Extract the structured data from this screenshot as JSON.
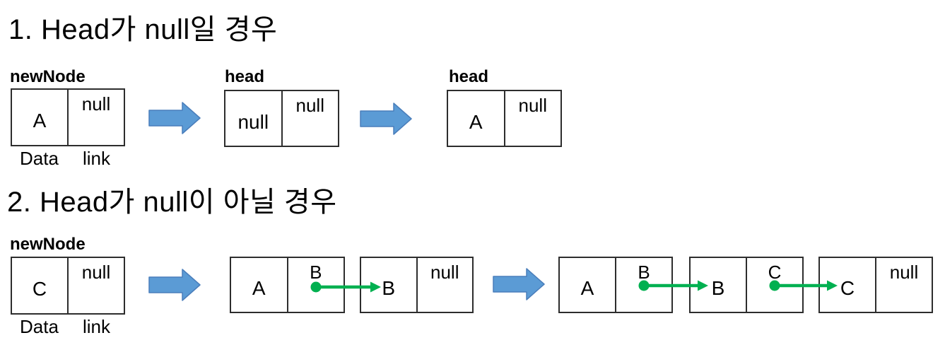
{
  "colors": {
    "arrow_blue": "#5b9bd5",
    "arrow_blue_border": "#4a7ebb",
    "link_green": "#00b050",
    "box_border": "#2d2d2d",
    "text": "#000000"
  },
  "icons": {
    "flow_arrow": "blue block arrow pointing right",
    "link_pointer": "green dot with arrow pointing to next node"
  },
  "sections": [
    {
      "title": "1. Head가 null일 경우",
      "newNode": {
        "label": "newNode",
        "data": "A",
        "link": "null",
        "data_caption": "Data",
        "link_caption": "link"
      },
      "steps": [
        {
          "label": "head",
          "data": "null",
          "link": "null"
        },
        {
          "label": "head",
          "data": "A",
          "link": "null"
        }
      ]
    },
    {
      "title": "2. Head가 null이 아닐 경우",
      "newNode": {
        "label": "newNode",
        "data": "C",
        "link": "null",
        "data_caption": "Data",
        "link_caption": "link"
      },
      "before": [
        {
          "data": "A",
          "link": "B"
        },
        {
          "data": "B",
          "link": "null"
        }
      ],
      "after": [
        {
          "data": "A",
          "link": "B"
        },
        {
          "data": "B",
          "link": "C"
        },
        {
          "data": "C",
          "link": "null"
        }
      ]
    }
  ]
}
